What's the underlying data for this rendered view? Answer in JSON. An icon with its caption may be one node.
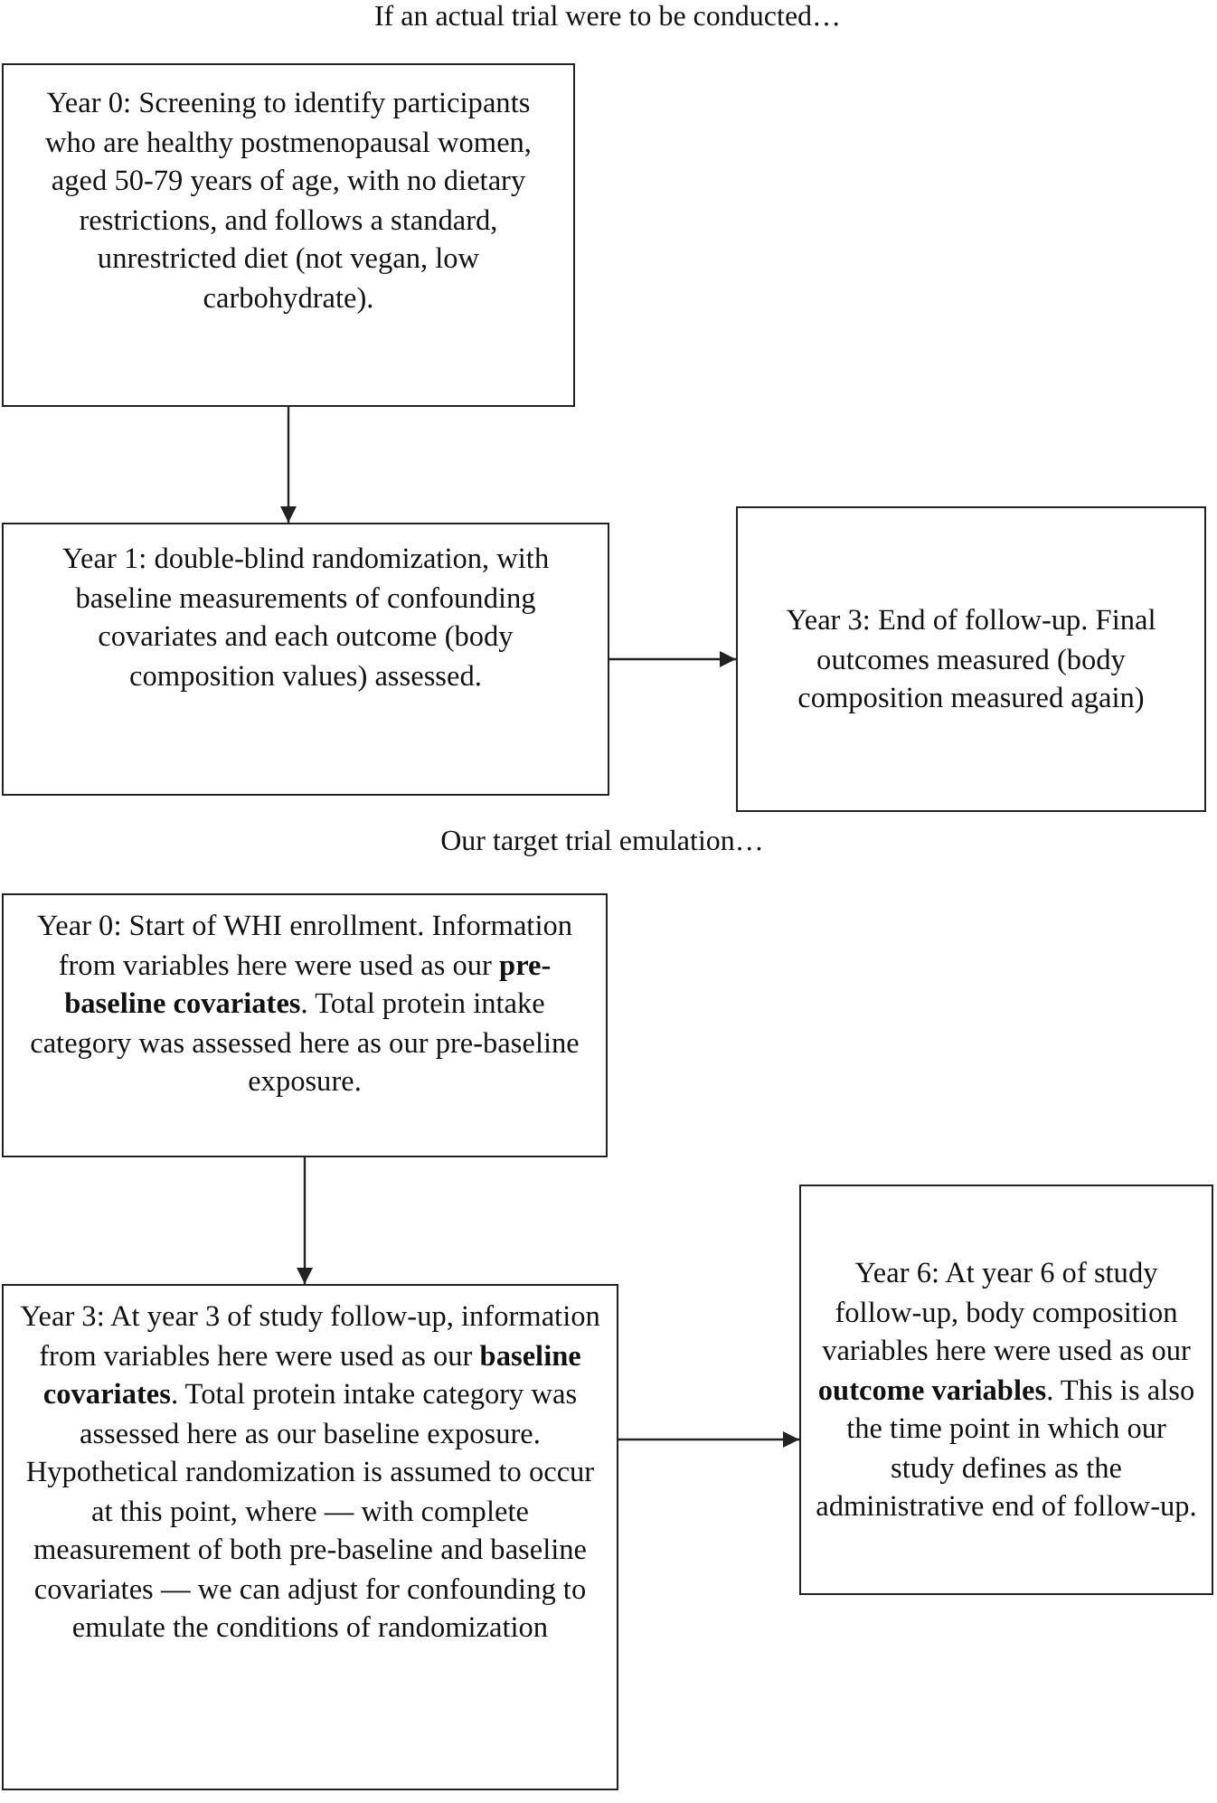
{
  "diagram": {
    "nodes": [
      {
        "text": [
          "Year 0: Screening to identify participants who are healthy postmenopausal women, aged 50-79 years of age, with no dietary restrictions, and follows a standard, unrestricted diet (not vegan, low carbohydrate)."
        ]
      },
      {
        "text": [
          "Year 1: double-blind randomization, with baseline measurements of confounding covariates and each outcome (body composition values) assessed."
        ]
      },
      {
        "text": [
          "Year 3: End of follow-up. Final outcomes measured (body composition measured again)"
        ]
      },
      {
        "text": [
          "Year 0: Start of WHI enrollment. Information from variables here were used as our **pre-baseline covariates**. Total protein intake category was assessed here as our pre-baseline exposure."
        ]
      },
      {
        "text": [
          "Year 3: At year 3 of study follow-up, information from variables here were used as our **baseline covariates**. Total protein intake category was assessed here as our baseline exposure. Hypothetical randomization is assumed to occur at this point, where — with complete measurement of both pre-baseline and baseline covariates — we can adjust for confounding to emulate the conditions of randomization"
        ]
      },
      {
        "text": [
          "Year 6: At year 6 of study follow-up, body composition variables here were used as our **outcome variables**. This is also the time point in which our study defines as the administrative end of follow-up."
        ]
      }
    ],
    "edges": [
      {
        "from": 0,
        "to": 1,
        "arrow": "to"
      },
      {
        "from": 1,
        "to": 2,
        "arrow": "to"
      },
      {
        "from": 3,
        "to": 4,
        "arrow": "to"
      },
      {
        "from": 4,
        "to": 5,
        "arrow": "to"
      }
    ],
    "labels": [
      "If an actual trial were to be conducted…",
      "Our target trial emulation…"
    ]
  }
}
